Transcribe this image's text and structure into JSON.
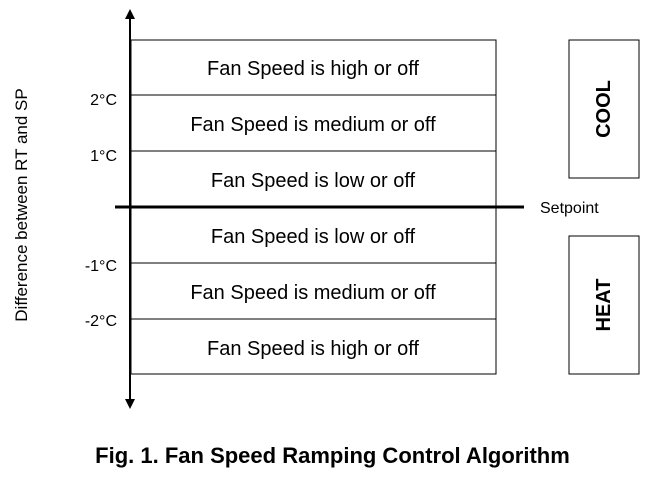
{
  "y_axis_title": "Difference between RT and SP",
  "bands": [
    {
      "label": "Fan Speed is high or off"
    },
    {
      "label": "Fan Speed is medium or off"
    },
    {
      "label": "Fan Speed is low or off"
    },
    {
      "label": "Fan Speed is low or off"
    },
    {
      "label": "Fan Speed is medium or off"
    },
    {
      "label": "Fan Speed is high or off"
    }
  ],
  "ticks": [
    "2°C",
    "1°C",
    "-1°C",
    "-2°C"
  ],
  "setpoint_label": "Setpoint",
  "modes": [
    "COOL",
    "HEAT"
  ],
  "caption": "Fig. 1. Fan Speed Ramping Control Algorithm"
}
